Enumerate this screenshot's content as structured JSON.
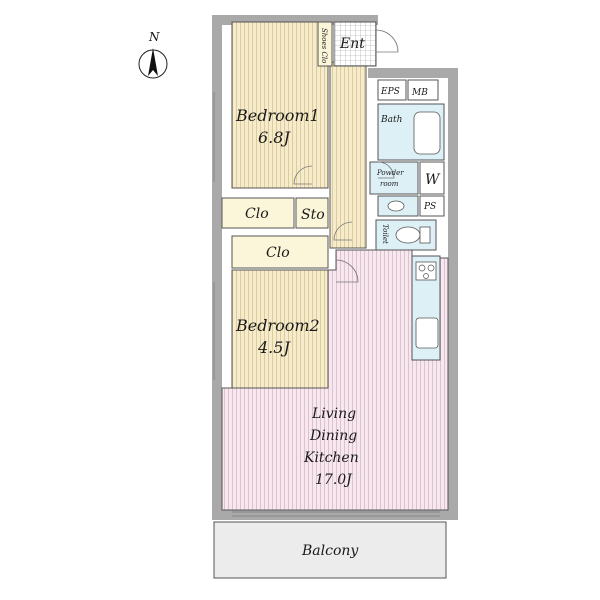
{
  "compass": {
    "label": "N"
  },
  "rooms": {
    "bedroom1": {
      "name": "Bedroom1",
      "size": "6.8J"
    },
    "bedroom2": {
      "name": "Bedroom2",
      "size": "4.5J"
    },
    "closet_upper": {
      "name": "Clo"
    },
    "closet_lower": {
      "name": "Clo"
    },
    "storage": {
      "name": "Sto"
    },
    "entrance": {
      "name": "Ent"
    },
    "shoes_closet": {
      "name": "Shoes Clo"
    },
    "eps": {
      "name": "EPS"
    },
    "mb": {
      "name": "MB"
    },
    "bath": {
      "name": "Bath"
    },
    "powder_room": {
      "line1": "Powder",
      "line2": "room"
    },
    "washer": {
      "name": "W"
    },
    "ps": {
      "name": "PS"
    },
    "toilet": {
      "name": "Toilet"
    },
    "ldk": {
      "line1": "Living",
      "line2": "Dining",
      "line3": "Kitchen",
      "size": "17.0J"
    },
    "balcony": {
      "name": "Balcony"
    }
  },
  "colors": {
    "wall": "#a9a9a9",
    "wood_floor": "#f6eccd",
    "wood_line": "#d8c48a",
    "ldk_floor": "#f7e7ee",
    "ldk_line": "#d9b7c6",
    "wet_area": "#dcf0f6",
    "closet": "#fbf6d9",
    "balcony": "#ececec"
  }
}
